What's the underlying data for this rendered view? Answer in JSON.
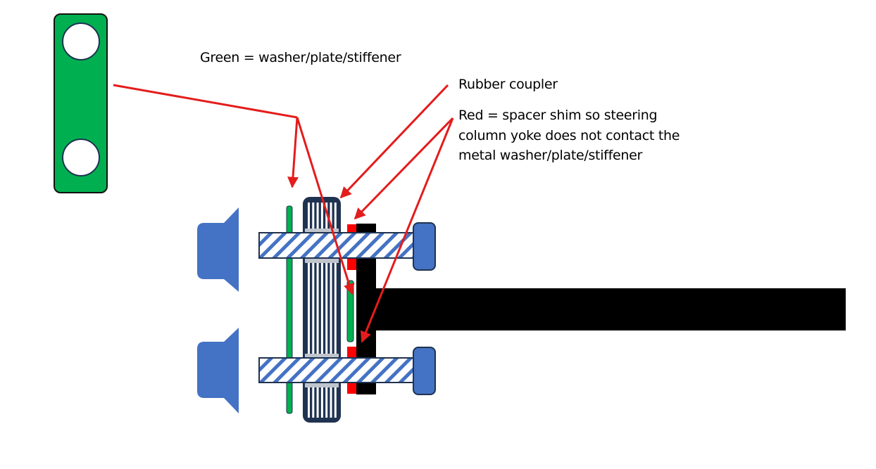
{
  "labels": {
    "green_legend": "Green = washer/plate/stiffener",
    "rubber_coupler": "Rubber coupler",
    "red_legend_lines": [
      "Red = spacer shim so steering",
      "column yoke does not contact the",
      "metal washer/plate/stiffener"
    ]
  },
  "colors": {
    "washer_green": "#00b050",
    "shim_red": "#ff0000",
    "bolt_blue": "#4472c4",
    "coupler_navy": "#1f3250",
    "arrow_red": "#e41c1c",
    "column_black": "#000000",
    "bushing_gray": "#c0c4cc"
  },
  "components": [
    {
      "name": "washer-plate-detail",
      "desc": "green plate with two holes"
    },
    {
      "name": "rubber-coupler"
    },
    {
      "name": "spacer-shims",
      "count": 4
    },
    {
      "name": "bolts",
      "count": 2
    },
    {
      "name": "steering-column-yoke"
    }
  ]
}
